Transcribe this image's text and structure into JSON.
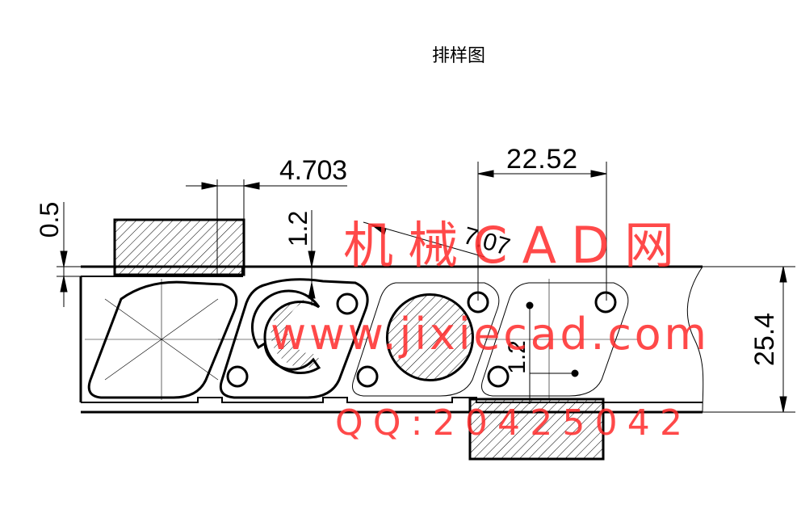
{
  "title": "排样图",
  "dimensions": {
    "d1": "4.703",
    "d2": "22.52",
    "d3": "0.5",
    "d4": "1.2",
    "d5": "25.4",
    "d6": "1.2",
    "d7": "7.07"
  },
  "watermark": {
    "line1": "机械CAD网",
    "line2": "www.jixiecad.com",
    "line3": "QQ:20425042",
    "color": "#ff2a2a"
  }
}
